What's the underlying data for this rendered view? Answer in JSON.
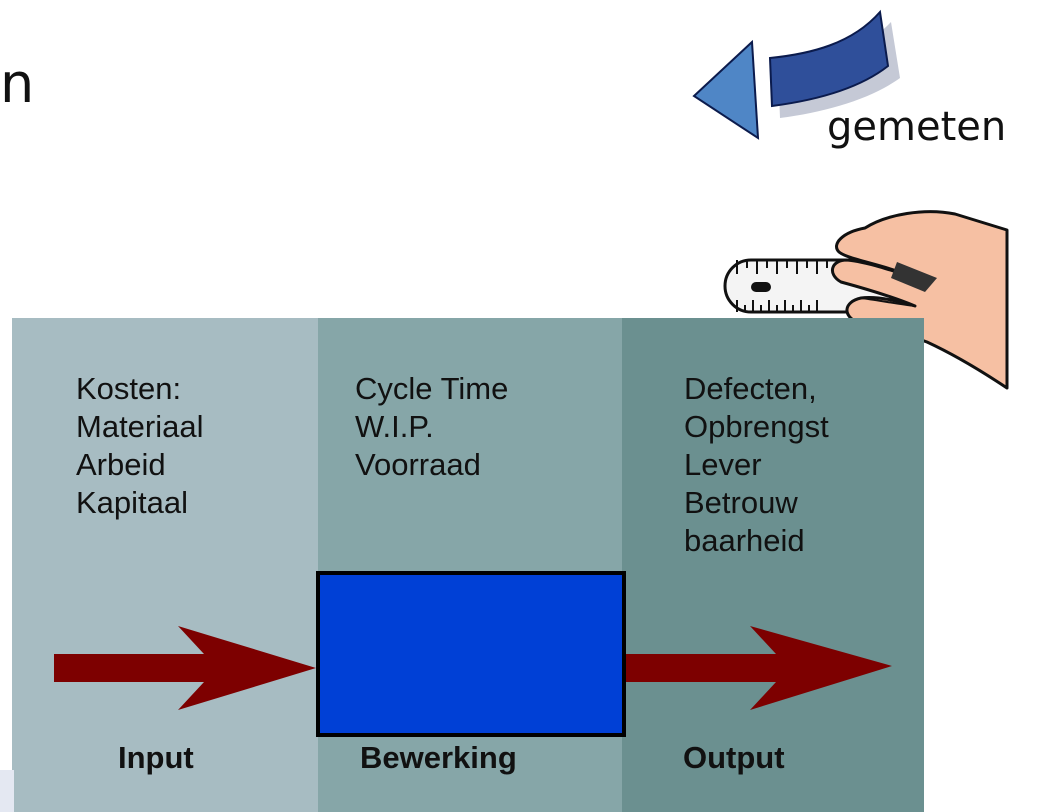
{
  "title_fragment": "n",
  "measure_label": "gemeten",
  "panels": [
    {
      "id": "input",
      "items": [
        "Kosten:",
        "Materiaal",
        "Arbeid",
        "Kapitaal"
      ],
      "label": "Input",
      "color": "#a7bcc2"
    },
    {
      "id": "process",
      "items": [
        "Cycle Time",
        "W.I.P.",
        "Voorraad"
      ],
      "label": "Bewerking",
      "color": "#86a6a8"
    },
    {
      "id": "output",
      "items": [
        "Defecten,",
        "Opbrengst",
        "Lever",
        "Betrouw",
        "baarheid"
      ],
      "label": "Output",
      "color": "#6b9090"
    }
  ],
  "colors": {
    "process_box": "#0040d6",
    "flow_arrow": "#7d0000",
    "bent_arrow": "#2f4f9a",
    "bent_arrow_head": "#4f86c6",
    "hand_skin": "#f6c0a3"
  },
  "icons": {
    "bent_arrow": "curved-arrow-left-icon",
    "hand": "hand-with-ruler-icon"
  }
}
